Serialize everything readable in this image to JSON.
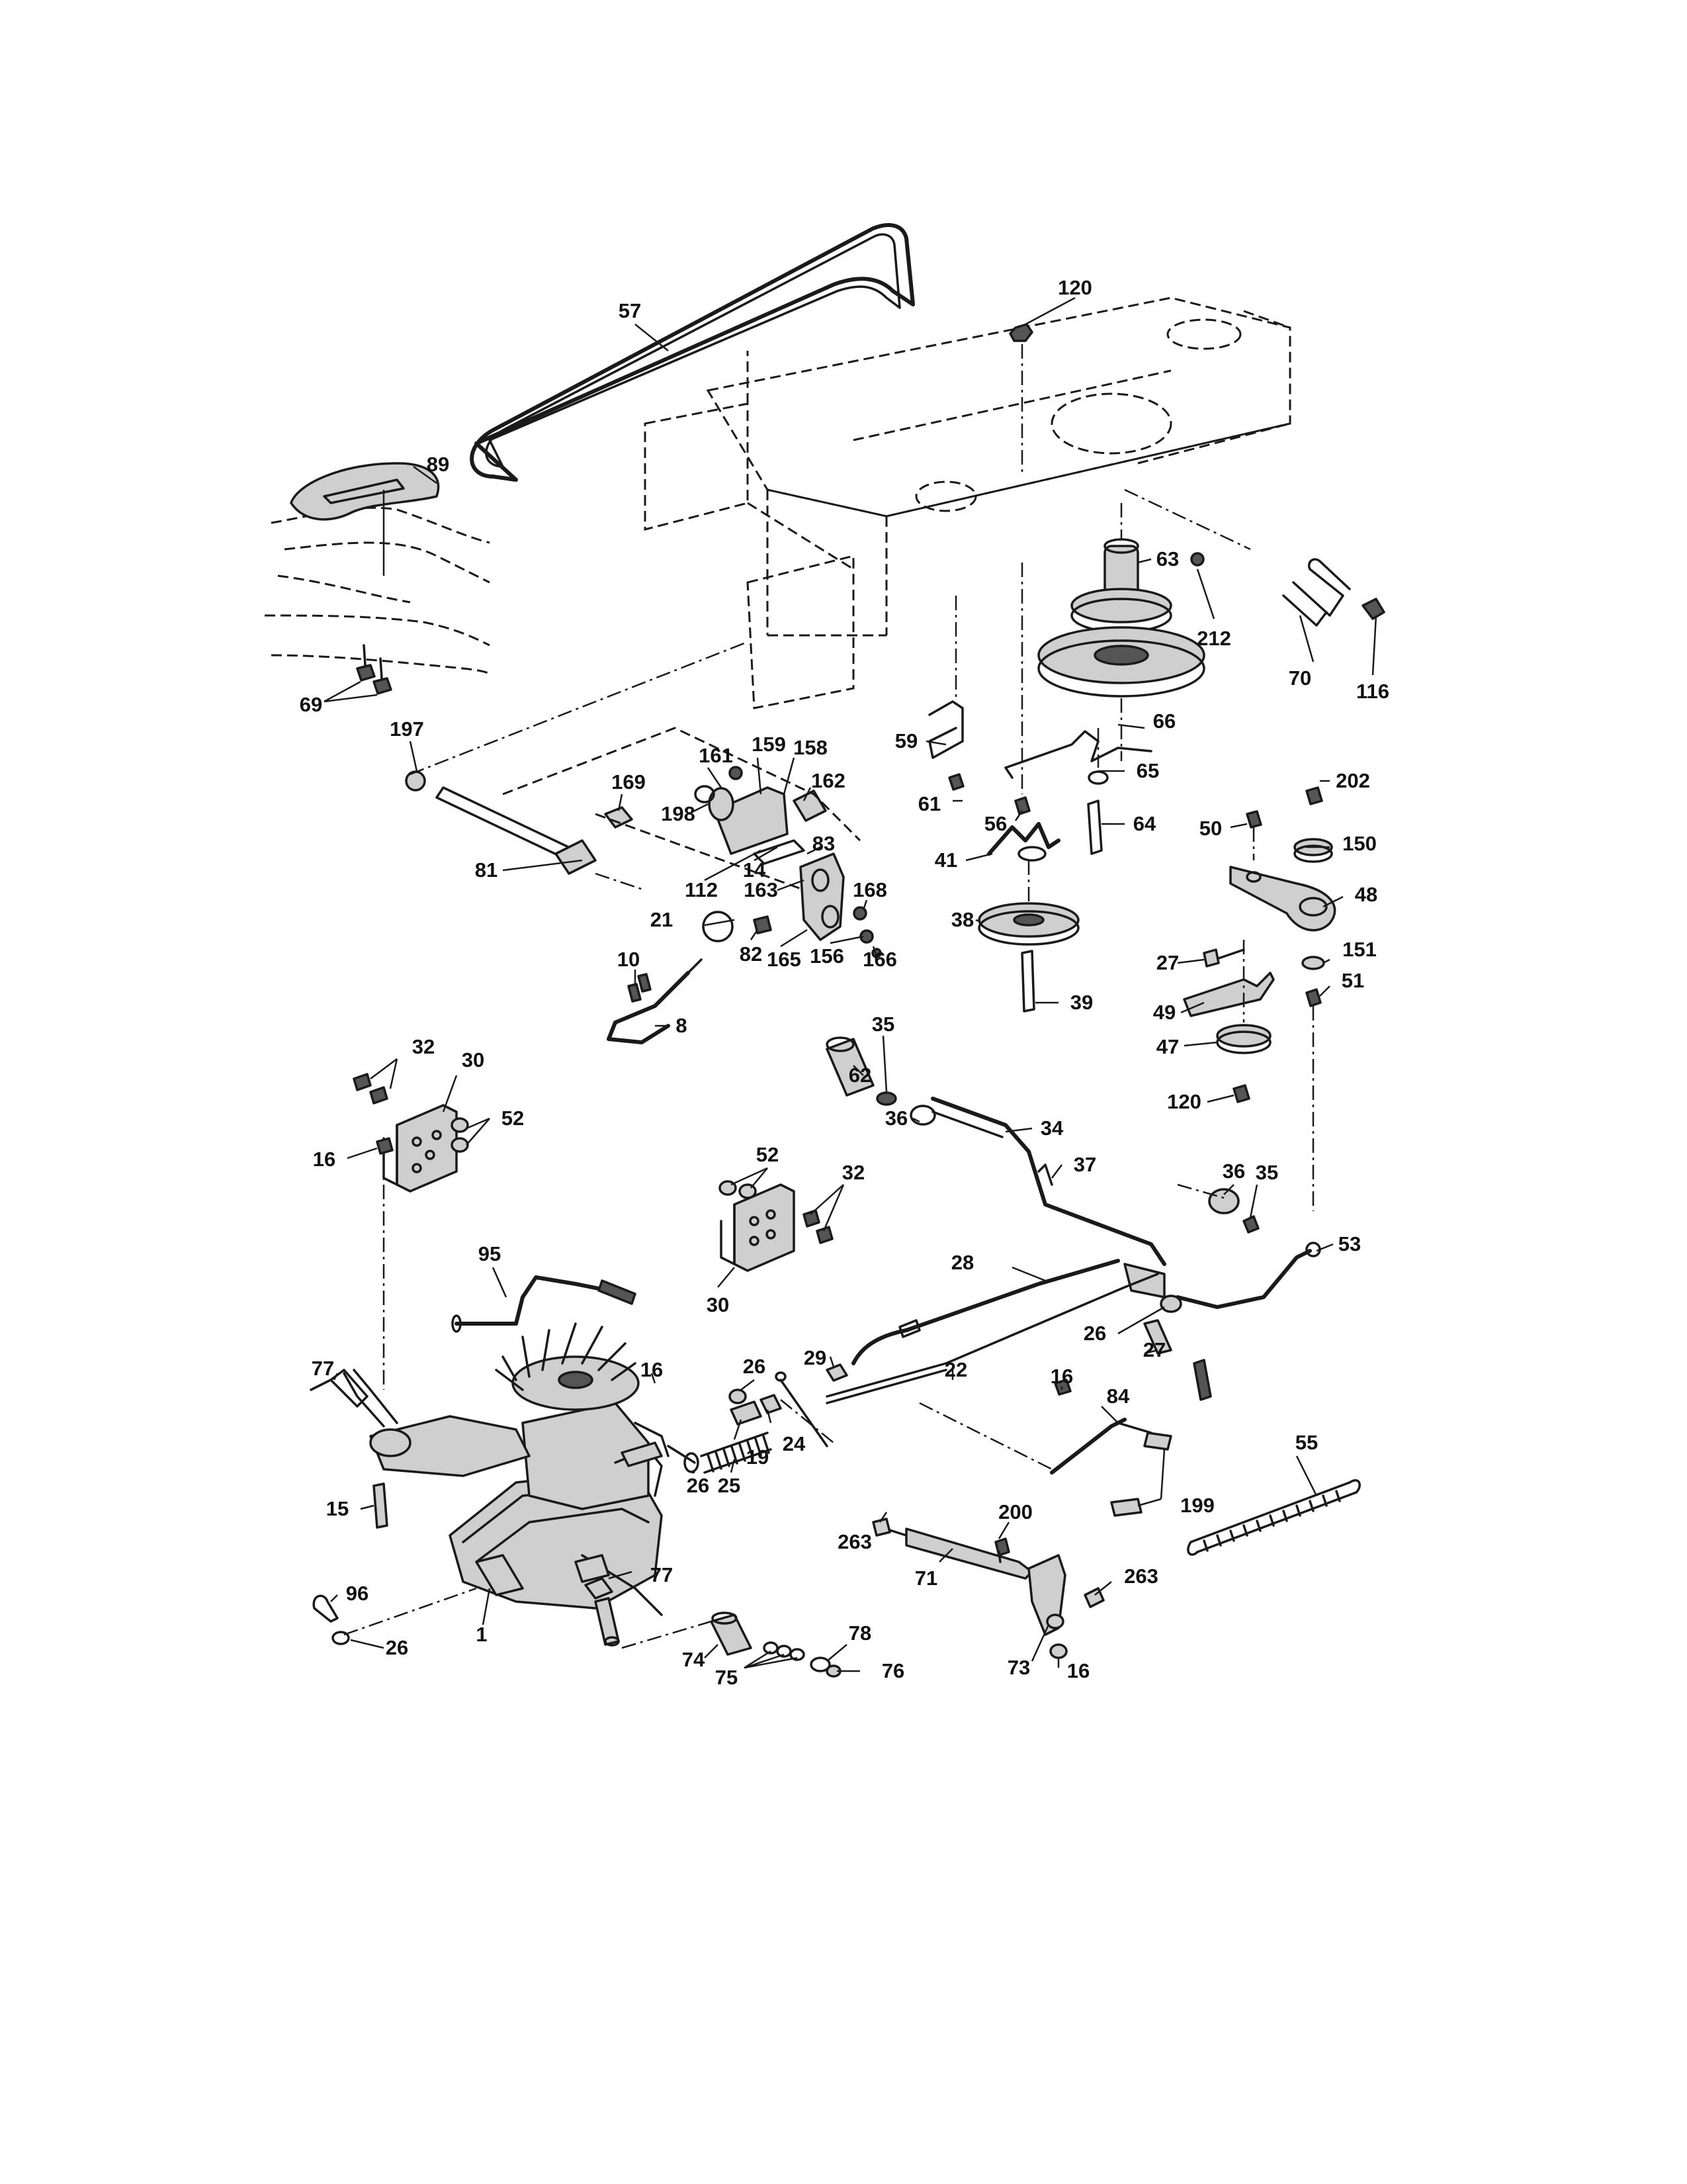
{
  "callouts": [
    {
      "id": "57",
      "text": "57"
    },
    {
      "id": "120",
      "text": "120"
    },
    {
      "id": "89",
      "text": "89"
    },
    {
      "id": "63",
      "text": "63"
    },
    {
      "id": "212",
      "text": "212"
    },
    {
      "id": "70",
      "text": "70"
    },
    {
      "id": "116",
      "text": "116"
    },
    {
      "id": "69",
      "text": "69"
    },
    {
      "id": "197",
      "text": "197"
    },
    {
      "id": "59",
      "text": "59"
    },
    {
      "id": "66",
      "text": "66"
    },
    {
      "id": "161",
      "text": "161"
    },
    {
      "id": "159",
      "text": "159"
    },
    {
      "id": "158",
      "text": "158"
    },
    {
      "id": "162",
      "text": "162"
    },
    {
      "id": "169",
      "text": "169"
    },
    {
      "id": "198",
      "text": "198"
    },
    {
      "id": "65",
      "text": "65"
    },
    {
      "id": "202",
      "text": "202"
    },
    {
      "id": "61",
      "text": "61"
    },
    {
      "id": "56",
      "text": "56"
    },
    {
      "id": "64",
      "text": "64"
    },
    {
      "id": "50",
      "text": "50"
    },
    {
      "id": "150",
      "text": "150"
    },
    {
      "id": "81",
      "text": "81"
    },
    {
      "id": "112",
      "text": "112"
    },
    {
      "id": "14",
      "text": "14"
    },
    {
      "id": "83",
      "text": "83"
    },
    {
      "id": "41",
      "text": "41"
    },
    {
      "id": "48",
      "text": "48"
    },
    {
      "id": "163",
      "text": "163"
    },
    {
      "id": "168",
      "text": "168"
    },
    {
      "id": "21",
      "text": "21"
    },
    {
      "id": "38",
      "text": "38"
    },
    {
      "id": "10",
      "text": "10"
    },
    {
      "id": "82",
      "text": "82"
    },
    {
      "id": "165",
      "text": "165"
    },
    {
      "id": "156",
      "text": "156"
    },
    {
      "id": "166",
      "text": "166"
    },
    {
      "id": "27",
      "text": "27"
    },
    {
      "id": "151",
      "text": "151"
    },
    {
      "id": "51",
      "text": "51"
    },
    {
      "id": "39",
      "text": "39"
    },
    {
      "id": "49",
      "text": "49"
    },
    {
      "id": "8",
      "text": "8"
    },
    {
      "id": "47",
      "text": "47"
    },
    {
      "id": "32",
      "text": "32"
    },
    {
      "id": "35",
      "text": "35"
    },
    {
      "id": "30",
      "text": "30"
    },
    {
      "id": "62",
      "text": "62"
    },
    {
      "id": "120",
      "text": "120"
    },
    {
      "id": "52",
      "text": "52"
    },
    {
      "id": "36",
      "text": "36"
    },
    {
      "id": "34",
      "text": "34"
    },
    {
      "id": "16",
      "text": "16"
    },
    {
      "id": "52",
      "text": "52"
    },
    {
      "id": "37",
      "text": "37"
    },
    {
      "id": "32",
      "text": "32"
    },
    {
      "id": "36",
      "text": "36"
    },
    {
      "id": "35",
      "text": "35"
    },
    {
      "id": "53",
      "text": "53"
    },
    {
      "id": "95",
      "text": "95"
    },
    {
      "id": "28",
      "text": "28"
    },
    {
      "id": "30",
      "text": "30"
    },
    {
      "id": "26",
      "text": "26"
    },
    {
      "id": "29",
      "text": "29"
    },
    {
      "id": "16",
      "text": "16"
    },
    {
      "id": "26",
      "text": "26"
    },
    {
      "id": "27",
      "text": "27"
    },
    {
      "id": "77",
      "text": "77"
    },
    {
      "id": "22",
      "text": "22"
    },
    {
      "id": "16",
      "text": "16"
    },
    {
      "id": "84",
      "text": "84"
    },
    {
      "id": "55",
      "text": "55"
    },
    {
      "id": "24",
      "text": "24"
    },
    {
      "id": "19",
      "text": "19"
    },
    {
      "id": "26",
      "text": "26"
    },
    {
      "id": "25",
      "text": "25"
    },
    {
      "id": "15",
      "text": "15"
    },
    {
      "id": "199",
      "text": "199"
    },
    {
      "id": "200",
      "text": "200"
    },
    {
      "id": "263",
      "text": "263"
    },
    {
      "id": "77",
      "text": "77"
    },
    {
      "id": "263",
      "text": "263"
    },
    {
      "id": "71",
      "text": "71"
    },
    {
      "id": "96",
      "text": "96"
    },
    {
      "id": "26",
      "text": "26"
    },
    {
      "id": "1",
      "text": "1"
    },
    {
      "id": "78",
      "text": "78"
    },
    {
      "id": "74",
      "text": "74"
    },
    {
      "id": "76",
      "text": "76"
    },
    {
      "id": "75",
      "text": "75"
    },
    {
      "id": "73",
      "text": "73"
    },
    {
      "id": "16",
      "text": "16"
    }
  ]
}
